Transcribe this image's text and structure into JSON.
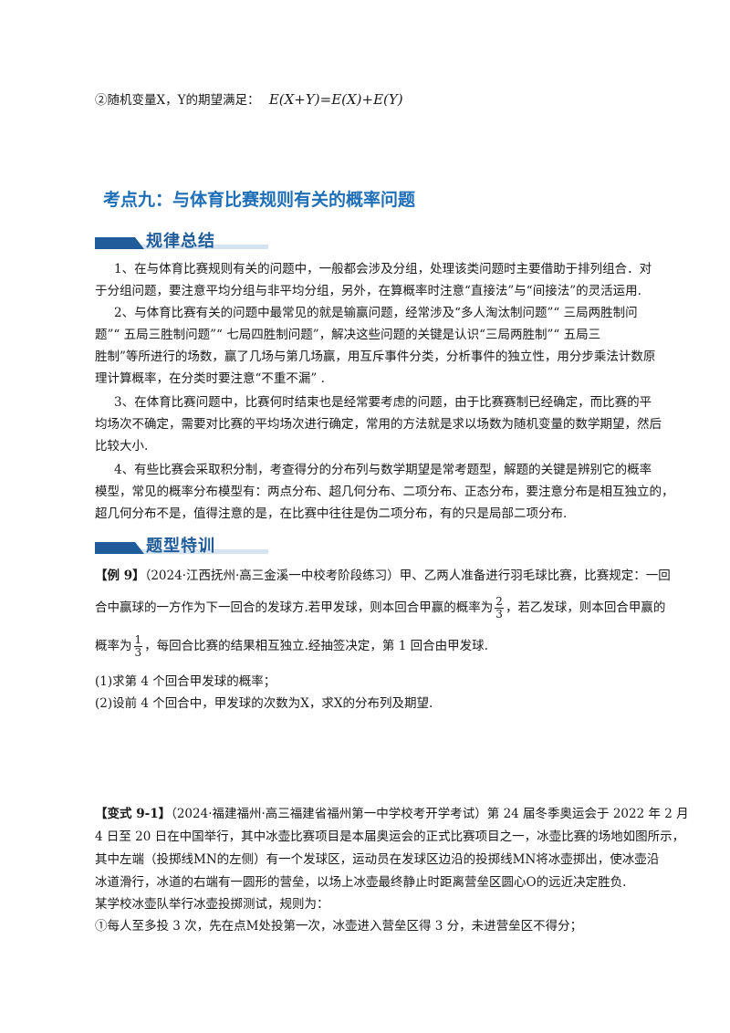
{
  "top": {
    "line": "②随机变量X，Y的期望满足：",
    "formula": "E(X+Y)=E(X)+E(Y)"
  },
  "section": {
    "title": "考点九：与体育比赛规则有关的概率问题",
    "summary_label": "规律总结",
    "practice_label": "题型特训"
  },
  "summary": [
    "1、在与体育比赛规则有关的问题中，一般都会涉及分组，处理该类问题时主要借助于排列组合．对",
    "于分组问题，要注意平均分组与非平均分组，另外，在算概率时注意“直接法”与“间接法”的灵活运用.",
    "2、与体育比赛有关的问题中最常见的就是输赢问题，经常涉及“多人淘汰制问题”“ 三局两胜制问",
    "题”“ 五局三胜制问题”“ 七局四胜制问题”，解决这些问题的关键是认识“三局两胜制”“ 五局三",
    "胜制”等所进行的场数，赢了几场与第几场赢，用互斥事件分类，分析事件的独立性，用分步乘法计数原",
    "理计算概率，在分类时要注意“不重不漏” .",
    "3、在体育比赛问题中，比赛何时结束也是经常要考虑的问题，由于比赛赛制已经确定，而比赛的平",
    "均场次不确定，需要对比赛的平均场次进行确定，常用的方法就是求以场数为随机变量的数学期望，然后",
    "比较大小.",
    "4、有些比赛会采取积分制，考查得分的分布列与数学期望是常考题型，解题的关键是辨别它的概率",
    "模型，常见的概率分布模型有：两点分布、超几何分布、二项分布、正态分布，要注意分布是相互独立的，",
    "超几何分布不是，值得注意的是，在比赛中往往是伪二项分布，有的只是局部二项分布."
  ],
  "example": {
    "tag": "【例 9】",
    "line1": "（2024·江西抚州·高三金溪一中校考阶段练习）甲、乙两人准备进行羽毛球比赛，比赛规定：一回",
    "line2_a": "合中赢球的一方作为下一回合的发球方.若甲发球，则本回合甲赢的概率为",
    "line2_b": "，若乙发球，则本回合甲赢的",
    "frac1_num": "2",
    "frac1_den": "3",
    "line3_a": "概率为",
    "line3_b": "，每回合比赛的结果相互独立.经抽签决定，第 1 回合由甲发球.",
    "frac2_num": "1",
    "frac2_den": "3",
    "q1": "(1)求第 4 个回合甲发球的概率；",
    "q2": "(2)设前 4 个回合中，甲发球的次数为X，求X的分布列及期望."
  },
  "variant": {
    "tag": "【变式 9-1】",
    "line1": "（2024·福建福州·高三福建省福州第一中学校考开学考试）第 24 届冬季奥运会于 2022 年 2 月",
    "line2": "4 日至 20 日在中国举行，其中冰壶比赛项目是本届奥运会的正式比赛项目之一，冰壶比赛的场地如图所示，",
    "line3": "其中左端（投掷线MN的左侧）有一个发球区，运动员在发球区边沿的投掷线MN将冰壶掷出，使冰壶沿",
    "line4": "冰道滑行，冰道的右端有一圆形的营垒，以场上冰壶最终静止时距离营垒区圆心O的远近决定胜负.",
    "line5": "某学校冰壶队举行冰壶投掷测试，规则为：",
    "line6": "①每人至多投 3 次，先在点M处投第一次，冰壶进入营垒区得 3 分，未进营垒区不得分；"
  }
}
